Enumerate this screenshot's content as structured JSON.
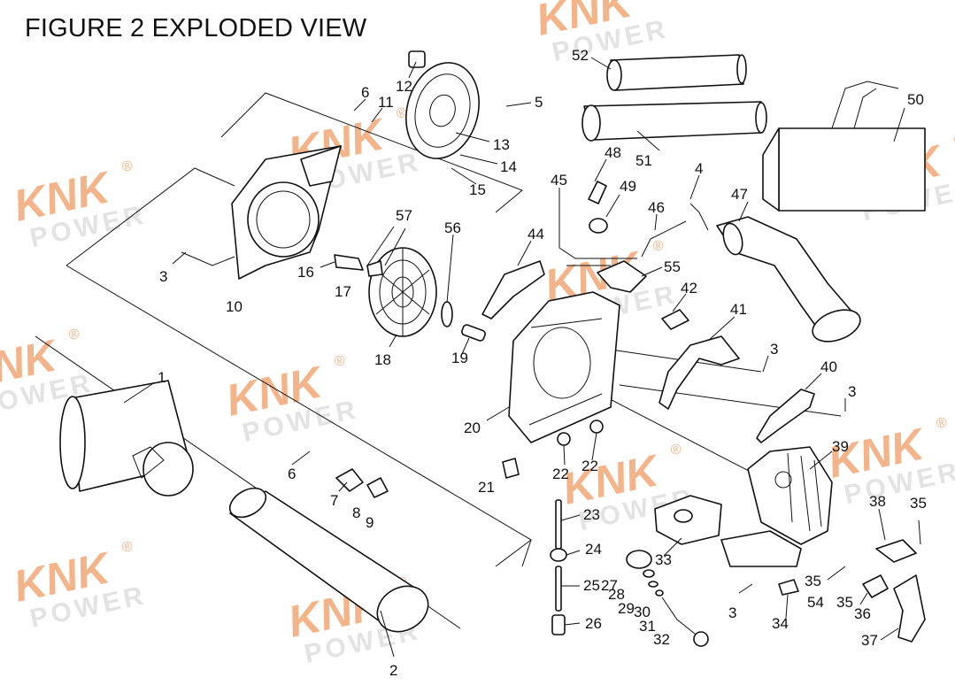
{
  "title": "FIGURE 2 EXPLODED VIEW",
  "watermark": {
    "brand": "KNK",
    "power": "POWER",
    "registered": "®",
    "colors": {
      "brand": "#f4b48a",
      "power": "#e3e3e3"
    }
  },
  "callouts": [
    {
      "id": "c1",
      "label": "1"
    },
    {
      "id": "c2",
      "label": "2"
    },
    {
      "id": "c3a",
      "label": "3"
    },
    {
      "id": "c3b",
      "label": "3"
    },
    {
      "id": "c3c",
      "label": "3"
    },
    {
      "id": "c3d",
      "label": "3"
    },
    {
      "id": "c4",
      "label": "4"
    },
    {
      "id": "c5",
      "label": "5"
    },
    {
      "id": "c6a",
      "label": "6"
    },
    {
      "id": "c6b",
      "label": "6"
    },
    {
      "id": "c7",
      "label": "7"
    },
    {
      "id": "c8",
      "label": "8"
    },
    {
      "id": "c9",
      "label": "9"
    },
    {
      "id": "c10",
      "label": "10"
    },
    {
      "id": "c11",
      "label": "11"
    },
    {
      "id": "c12",
      "label": "12"
    },
    {
      "id": "c13",
      "label": "13"
    },
    {
      "id": "c14",
      "label": "14"
    },
    {
      "id": "c15",
      "label": "15"
    },
    {
      "id": "c16",
      "label": "16"
    },
    {
      "id": "c17",
      "label": "17"
    },
    {
      "id": "c18",
      "label": "18"
    },
    {
      "id": "c19",
      "label": "19"
    },
    {
      "id": "c20",
      "label": "20"
    },
    {
      "id": "c21",
      "label": "21"
    },
    {
      "id": "c22a",
      "label": "22"
    },
    {
      "id": "c22b",
      "label": "22"
    },
    {
      "id": "c23",
      "label": "23"
    },
    {
      "id": "c24",
      "label": "24"
    },
    {
      "id": "c25",
      "label": "25"
    },
    {
      "id": "c26",
      "label": "26"
    },
    {
      "id": "c27",
      "label": "27"
    },
    {
      "id": "c28",
      "label": "28"
    },
    {
      "id": "c29",
      "label": "29"
    },
    {
      "id": "c30",
      "label": "30"
    },
    {
      "id": "c31",
      "label": "31"
    },
    {
      "id": "c32",
      "label": "32"
    },
    {
      "id": "c33",
      "label": "33"
    },
    {
      "id": "c34",
      "label": "34"
    },
    {
      "id": "c35a",
      "label": "35"
    },
    {
      "id": "c35b",
      "label": "35"
    },
    {
      "id": "c35c",
      "label": "35"
    },
    {
      "id": "c36",
      "label": "36"
    },
    {
      "id": "c37",
      "label": "37"
    },
    {
      "id": "c38",
      "label": "38"
    },
    {
      "id": "c39",
      "label": "39"
    },
    {
      "id": "c40",
      "label": "40"
    },
    {
      "id": "c41",
      "label": "41"
    },
    {
      "id": "c42",
      "label": "42"
    },
    {
      "id": "c44",
      "label": "44"
    },
    {
      "id": "c45",
      "label": "45"
    },
    {
      "id": "c46",
      "label": "46"
    },
    {
      "id": "c47",
      "label": "47"
    },
    {
      "id": "c48",
      "label": "48"
    },
    {
      "id": "c49",
      "label": "49"
    },
    {
      "id": "c50",
      "label": "50"
    },
    {
      "id": "c51",
      "label": "51"
    },
    {
      "id": "c52",
      "label": "52"
    },
    {
      "id": "c54",
      "label": "54"
    },
    {
      "id": "c55",
      "label": "55"
    },
    {
      "id": "c56",
      "label": "56"
    },
    {
      "id": "c57",
      "label": "57"
    }
  ]
}
